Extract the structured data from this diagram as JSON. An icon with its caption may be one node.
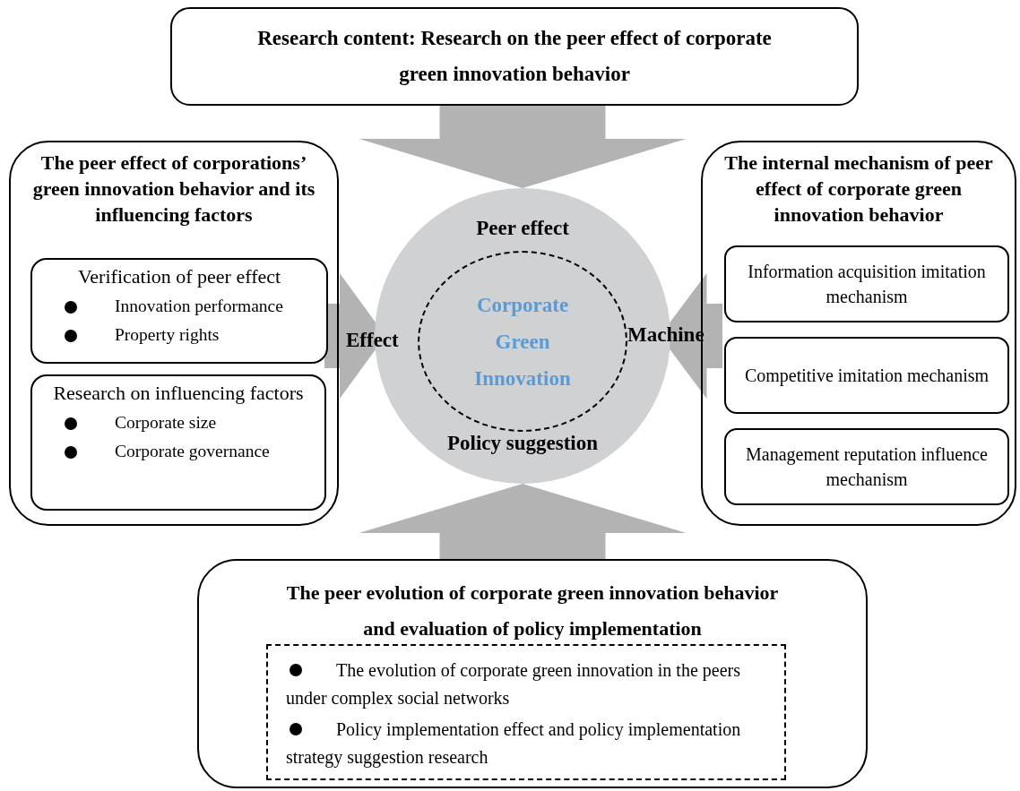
{
  "diagram": {
    "nodes": [
      {
        "text": [
          "Research content: Research on the peer effect of corporate green innovation behavior"
        ]
      },
      {
        "text": [
          "The peer effect of corporations’ green innovation behavior and its influencing factors"
        ]
      },
      {
        "text": [
          "Verification of peer effect",
          "Innovation performance",
          "Property rights"
        ],
        "in": 1
      },
      {
        "text": [
          "Research on influencing factors",
          "Corporate size",
          "Corporate governance"
        ],
        "in": 1
      },
      {
        "text": [
          "Peer effect",
          "Effect",
          "Machine",
          "Policy suggestion"
        ]
      },
      {
        "text": [
          "Corporate Green Innovation"
        ],
        "in": 4
      },
      {
        "text": [
          "The internal mechanism of peer effect of corporate green innovation behavior"
        ]
      },
      {
        "text": [
          "Information acquisition imitation mechanism"
        ],
        "in": 6
      },
      {
        "text": [
          "Competitive imitation mechanism"
        ],
        "in": 6
      },
      {
        "text": [
          "Management reputation influence mechanism"
        ],
        "in": 6
      },
      {
        "text": [
          "The peer evolution of corporate green innovation behavior and evaluation of policy implementation"
        ]
      },
      {
        "text": [
          "The evolution of corporate green innovation in the peers under complex social networks",
          "Policy implementation effect and policy implementation strategy suggestion research"
        ],
        "in": 10
      }
    ],
    "edges": [
      {
        "from": 0,
        "to": 4,
        "arrow": "to",
        "style": "thick"
      },
      {
        "from": 1,
        "to": 4,
        "arrow": "to",
        "style": "thick"
      },
      {
        "from": 6,
        "to": 4,
        "arrow": "to",
        "style": "thick"
      },
      {
        "from": 10,
        "to": 4,
        "arrow": "to",
        "style": "thick"
      }
    ]
  }
}
